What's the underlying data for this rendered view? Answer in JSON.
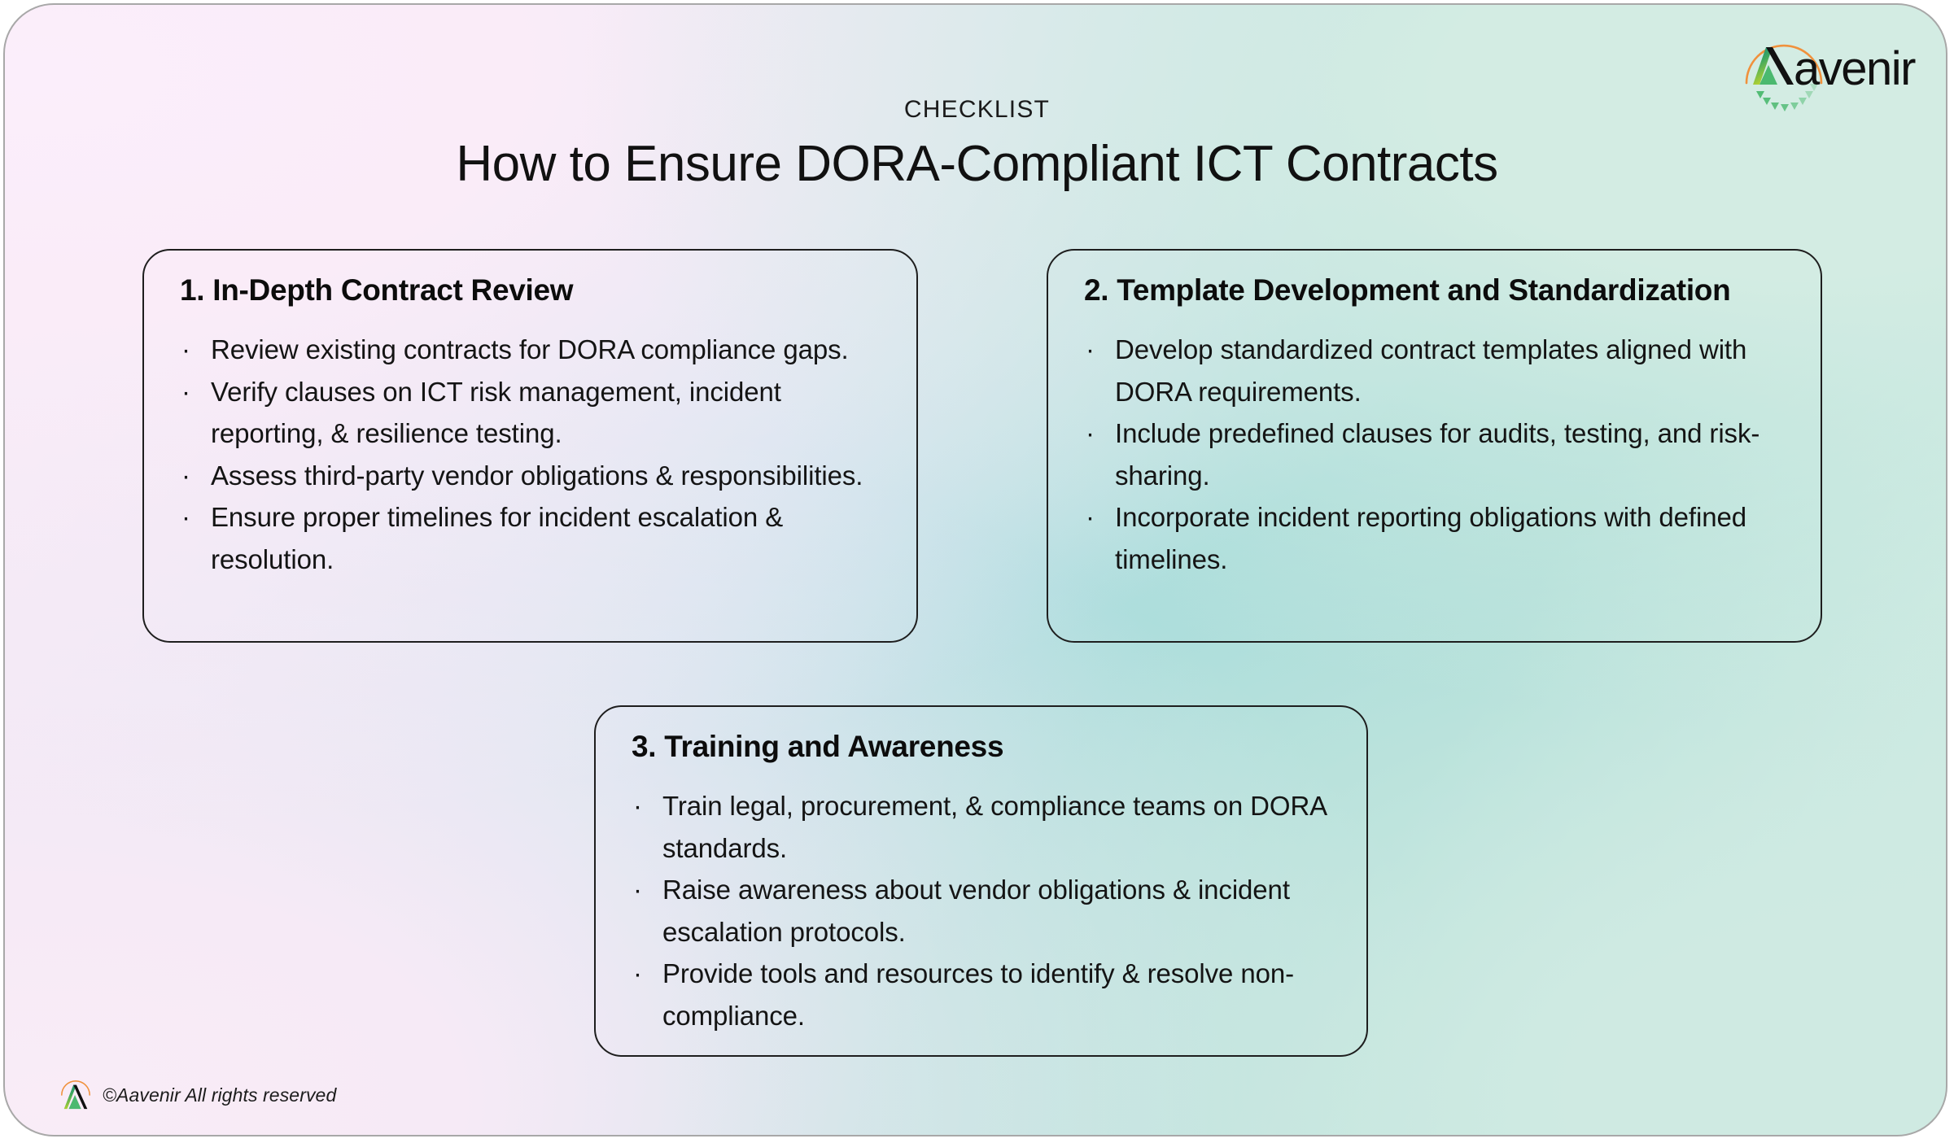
{
  "brand": {
    "logo_name": "aavenir-logo",
    "wordmark": "avenir",
    "accent_orange": "#f0913c",
    "accent_green": "#4bb96f",
    "accent_green_light": "#a7d9b4",
    "text_black": "#111111"
  },
  "header": {
    "eyebrow": "CHECKLIST",
    "title": "How to Ensure DORA-Compliant ICT Contracts"
  },
  "cards": [
    {
      "title": "1. In-Depth Contract Review",
      "bullet_glyph": "·",
      "items": [
        "Review existing contracts for DORA compliance gaps.",
        "Verify clauses on ICT risk management, incident reporting, & resilience testing.",
        "Assess third-party vendor obligations & responsibilities.",
        "Ensure proper timelines for incident escalation & resolution."
      ]
    },
    {
      "title": "2. Template Development and Standardization",
      "bullet_glyph": "·",
      "items": [
        "Develop standardized contract templates aligned with DORA requirements.",
        "Include predefined clauses for audits, testing, and risk-sharing.",
        "Incorporate incident reporting obligations with defined timelines."
      ]
    },
    {
      "title": "3. Training and Awareness",
      "bullet_glyph": "·",
      "items": [
        "Train legal, procurement, & compliance teams on DORA standards.",
        "Raise awareness about vendor obligations & incident escalation protocols.",
        "Provide tools and resources to identify & resolve non-compliance."
      ]
    }
  ],
  "footer": {
    "copyright": "©Aavenir All rights reserved",
    "mark_name": "aavenir-a-mark"
  },
  "background": {
    "pink": "#f7ecf7",
    "lavender": "#e6e6f3",
    "teal": "#a8dcdb",
    "mint": "#d3ece3",
    "border": "#a8a8a8"
  }
}
